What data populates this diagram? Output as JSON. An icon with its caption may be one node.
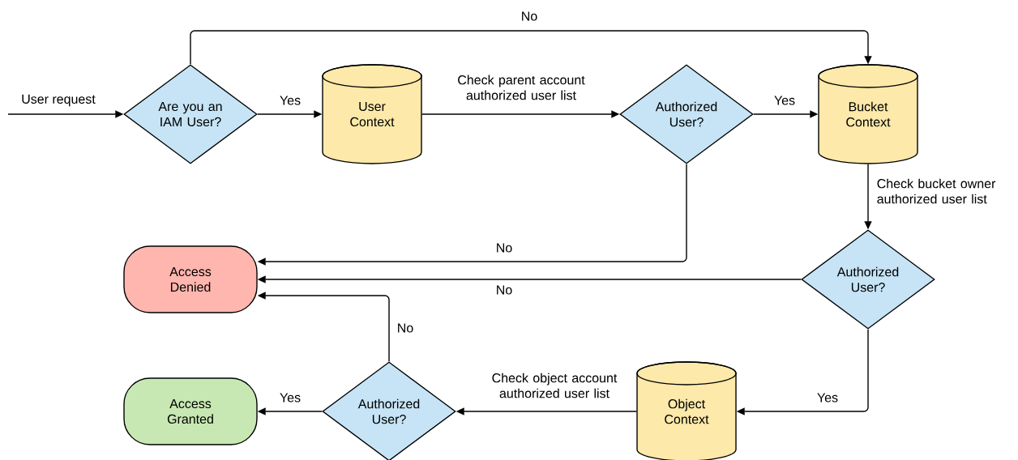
{
  "diagram": {
    "nodes": [
      {
        "text": [
          "Are you an IAM User?"
        ]
      },
      {
        "text": [
          "User Context"
        ]
      },
      {
        "text": [
          "Authorized User?"
        ]
      },
      {
        "text": [
          "Bucket Context"
        ]
      },
      {
        "text": [
          "Authorized User?"
        ]
      },
      {
        "text": [
          "Access Denied"
        ]
      },
      {
        "text": [
          "Object Context"
        ]
      },
      {
        "text": [
          "Authorized User?"
        ]
      },
      {
        "text": [
          "Access Granted"
        ]
      }
    ],
    "edges": [
      {
        "from": null,
        "to": 0,
        "arrow": "to",
        "label": "User request"
      },
      {
        "from": 0,
        "to": 1,
        "arrow": "to",
        "label": "Yes"
      },
      {
        "from": 0,
        "to": 3,
        "arrow": "to",
        "label": "No"
      },
      {
        "from": 1,
        "to": 2,
        "arrow": "to",
        "label": "Check parent account authorized user list"
      },
      {
        "from": 2,
        "to": 3,
        "arrow": "to",
        "label": "Yes"
      },
      {
        "from": 2,
        "to": 5,
        "arrow": "to",
        "label": "No"
      },
      {
        "from": 3,
        "to": 4,
        "arrow": "to",
        "label": "Check bucket owner authorized user list"
      },
      {
        "from": 4,
        "to": 5,
        "arrow": "to",
        "label": "No"
      },
      {
        "from": 4,
        "to": 6,
        "arrow": "to",
        "label": "Yes"
      },
      {
        "from": 6,
        "to": 7,
        "arrow": "to",
        "label": "Check object account authorized user list"
      },
      {
        "from": 7,
        "to": 5,
        "arrow": "to",
        "label": "No"
      },
      {
        "from": 7,
        "to": 8,
        "arrow": "to",
        "label": "Yes"
      }
    ]
  }
}
